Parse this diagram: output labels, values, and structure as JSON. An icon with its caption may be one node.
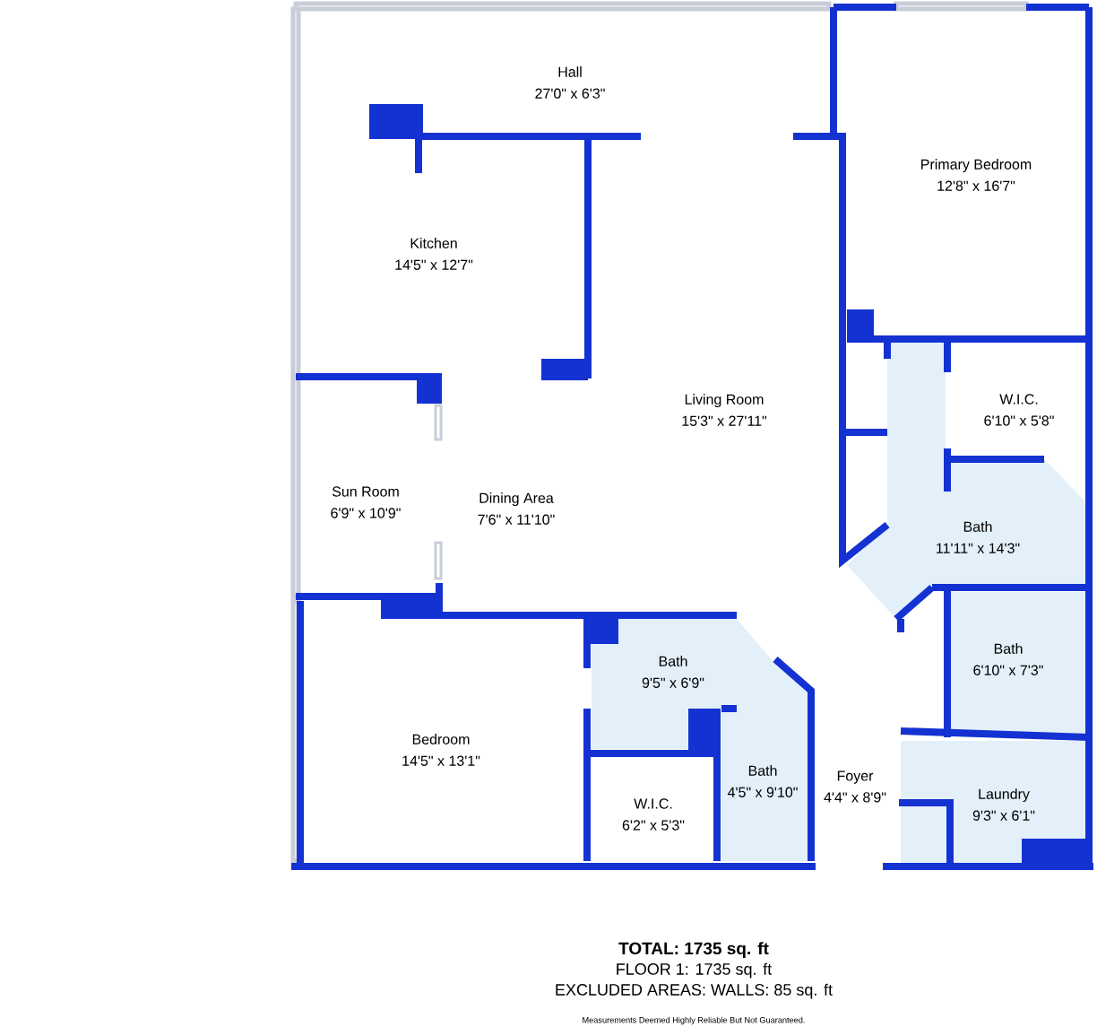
{
  "diagram": {
    "nodes": [
      {
        "text": [
          "Hall",
          "27'0\" x 6'3\""
        ]
      },
      {
        "text": [
          "Primary Bedroom",
          "12'8\" x 16'7\""
        ]
      },
      {
        "text": [
          "Kitchen",
          "14'5\" x 12'7\""
        ]
      },
      {
        "text": [
          "Living Room",
          "15'3\" x 27'11\""
        ]
      },
      {
        "text": [
          "W.I.C.",
          "6'10\" x 5'8\""
        ]
      },
      {
        "text": [
          "Sun Room",
          "6'9\" x 10'9\""
        ]
      },
      {
        "text": [
          "Dining Area",
          "7'6\" x 11'10\""
        ]
      },
      {
        "text": [
          "Bath",
          "11'11\" x 14'3\""
        ]
      },
      {
        "text": [
          "Bath",
          "6'10\" x 7'3\""
        ]
      },
      {
        "text": [
          "Bath",
          "9'5\" x 6'9\""
        ]
      },
      {
        "text": [
          "Bedroom",
          "14'5\" x 13'1\""
        ]
      },
      {
        "text": [
          "Bath",
          "4'5\" x 9'10\""
        ]
      },
      {
        "text": [
          "Foyer",
          "4'4\" x 8'9\""
        ]
      },
      {
        "text": [
          "Laundry",
          "9'3\" x 6'1\""
        ]
      },
      {
        "text": [
          "W.I.C.",
          "6'2\" x 5'3\""
        ]
      }
    ],
    "labels": [
      "TOTAL: 1735 sq. ft",
      "FLOOR 1: 1735 sq. ft",
      "EXCLUDED AREAS: WALLS: 85 sq. ft",
      "Measurements Deemed Highly Reliable But Not Guaranteed."
    ]
  }
}
